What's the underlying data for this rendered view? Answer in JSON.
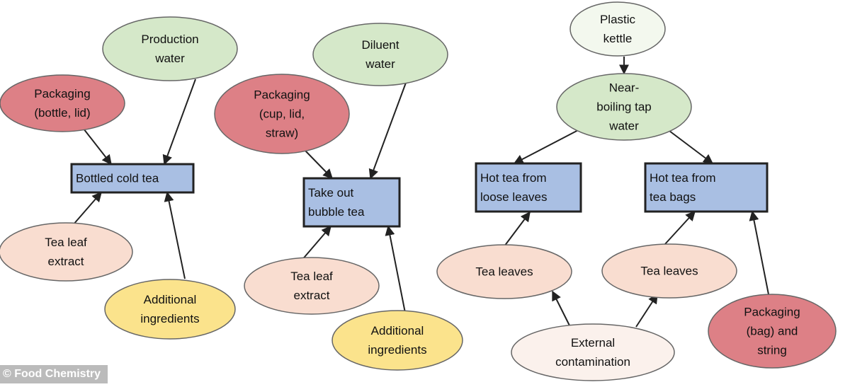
{
  "colors": {
    "water": "#d5e8c9",
    "packaging": "#dd8086",
    "extract": "#f9ddd0",
    "ingredients": "#fbe38c",
    "kettle": "#f3f8ee",
    "contamination": "#fbf1ec",
    "product": "#a9bfe3",
    "stroke": "#444444"
  },
  "nodes": {
    "production_water": [
      "Production",
      "water"
    ],
    "packaging_bottle": [
      "Packaging",
      "(bottle, lid)"
    ],
    "bottled_cold_tea": [
      "Bottled cold tea"
    ],
    "tea_leaf_extract_1": [
      "Tea leaf",
      "extract"
    ],
    "additional_ingredients_1": [
      "Additional",
      "ingredients"
    ],
    "diluent_water": [
      "Diluent",
      "water"
    ],
    "packaging_cup": [
      "Packaging",
      "(cup, lid,",
      "straw)"
    ],
    "take_out_bubble_tea": [
      "Take out",
      "bubble tea"
    ],
    "tea_leaf_extract_2": [
      "Tea leaf",
      "extract"
    ],
    "additional_ingredients_2": [
      "Additional",
      "ingredients"
    ],
    "plastic_kettle": [
      "Plastic",
      "kettle"
    ],
    "near_boiling_water": [
      "Near-",
      "boiling tap",
      "water"
    ],
    "hot_tea_loose": [
      "Hot tea from",
      "loose leaves"
    ],
    "hot_tea_bags": [
      "Hot tea from",
      "tea bags"
    ],
    "tea_leaves_1": [
      "Tea leaves"
    ],
    "tea_leaves_2": [
      "Tea leaves"
    ],
    "external_contamination": [
      "External",
      "contamination"
    ],
    "packaging_bag": [
      "Packaging",
      "(bag) and",
      "string"
    ]
  },
  "credit": "© Food Chemistry"
}
